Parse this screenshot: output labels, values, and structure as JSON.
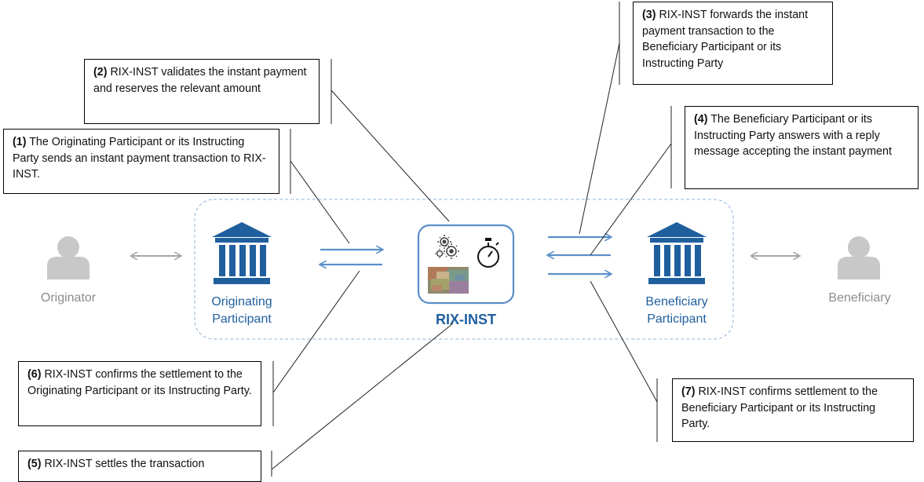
{
  "colors": {
    "bank_blue": "#1f5f9e",
    "arrow_blue": "#5b8fc9",
    "person_gray": "#c8c8c8",
    "gray_arrow": "#a6a6a6",
    "dashed_border": "#8fb4d9"
  },
  "icons": [
    "person-icon",
    "bank-icon",
    "gears-icon",
    "stopwatch-icon",
    "banknotes-image"
  ],
  "actors": {
    "originator": "Originator",
    "originating_participant": [
      "Originating",
      "Participant"
    ],
    "rix_inst": "RIX-INST",
    "beneficiary_participant": [
      "Beneficiary",
      "Participant"
    ],
    "beneficiary": "Beneficiary"
  },
  "steps": {
    "s1": {
      "num": "(1)",
      "text": " The Originating Participant or its Instructing Party sends an instant payment transaction to RIX-INST."
    },
    "s2": {
      "num": "(2)",
      "text": " RIX-INST validates the instant payment and reserves the relevant amount"
    },
    "s3": {
      "num": "(3)",
      "text": " RIX-INST forwards the instant payment transaction to the Beneficiary Participant or its Instructing Party"
    },
    "s4": {
      "num": "(4)",
      "text": " The Beneficiary Participant or its Instructing Party answers with a reply message accepting the instant payment"
    },
    "s5": {
      "num": "(5)",
      "text": " RIX-INST settles the transaction"
    },
    "s6": {
      "num": "(6)",
      "text": " RIX-INST confirms the settlement to the Originating Participant or its Instructing Party."
    },
    "s7": {
      "num": "(7)",
      "text": " RIX-INST confirms settlement to the Beneficiary Participant or its Instructing Party."
    }
  }
}
